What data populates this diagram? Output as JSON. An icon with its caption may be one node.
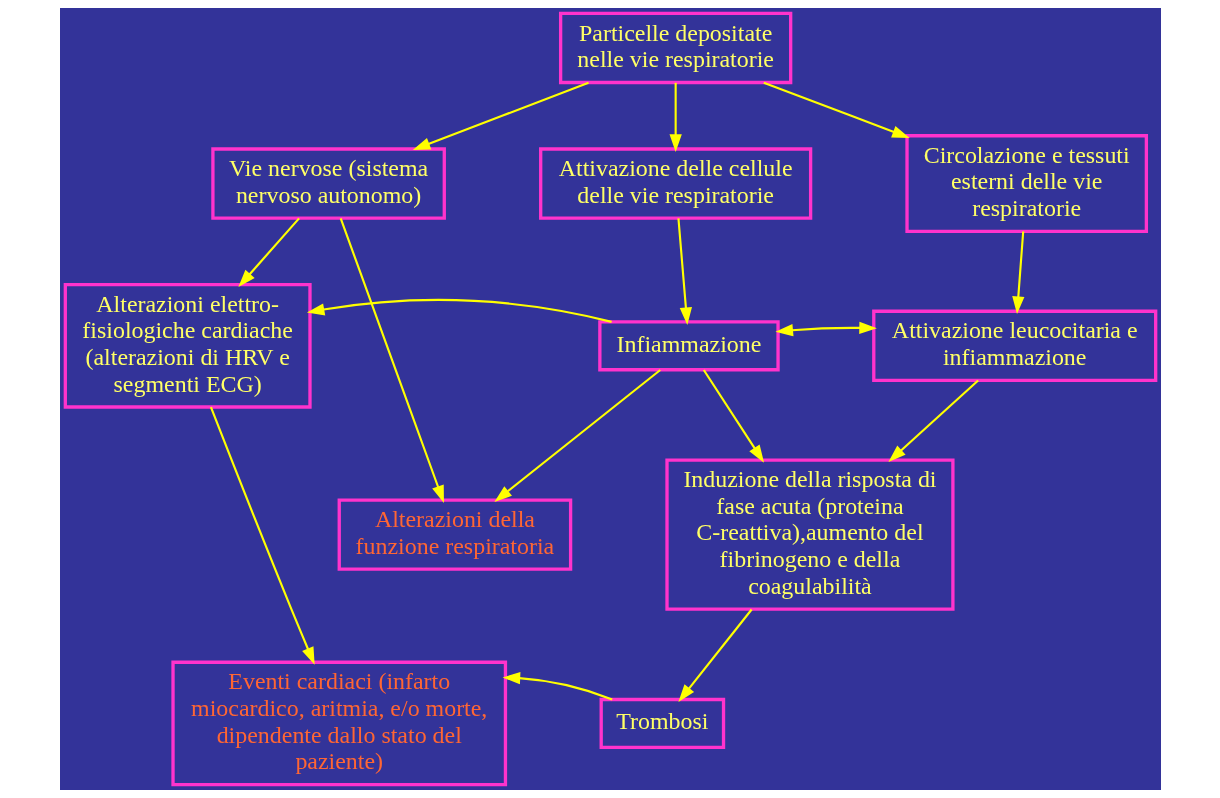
{
  "diagram": {
    "nodes": [
      {
        "text": [
          "Particelle depositate nelle vie respiratorie"
        ]
      },
      {
        "text": [
          "Vie nervose (sistema nervoso autonomo)"
        ]
      },
      {
        "text": [
          "Circolazione e tessuti esterni delle vie respiratorie"
        ]
      },
      {
        "text": [
          "Attivazione delle cellule delle vie respiratorie"
        ]
      },
      {
        "text": [
          "Alterazioni elettro-fisiologiche cardiache (alterazioni di HRV e segmenti ECG)"
        ]
      },
      {
        "text": [
          "Attivazione leucocitaria e infiammazione"
        ]
      },
      {
        "text": [
          "Infiammazione"
        ]
      },
      {
        "text": [
          "Alterazioni della funzione respiratoria"
        ]
      },
      {
        "text": [
          "Induzione della risposta di fase acuta (proteina C-reattiva),aumento del fibrinogeno e della coagulabilità"
        ]
      },
      {
        "text": [
          "Eventi cardiaci (infarto miocardico, aritmia, e/o morte, dipendente dallo stato del paziente)"
        ]
      },
      {
        "text": [
          "Trombosi"
        ]
      }
    ],
    "edges": [
      {
        "from": 0,
        "to": 1,
        "arrow": "to"
      },
      {
        "from": 0,
        "to": 2,
        "arrow": "to"
      },
      {
        "from": 0,
        "to": 3,
        "arrow": "to"
      },
      {
        "from": 1,
        "to": 4,
        "arrow": "to"
      },
      {
        "from": 2,
        "to": 5,
        "arrow": "to"
      },
      {
        "from": 3,
        "to": 6,
        "arrow": "to"
      },
      {
        "from": 6,
        "to": 4,
        "arrow": "to"
      },
      {
        "from": 6,
        "to": 5,
        "arrow": "both"
      },
      {
        "from": 6,
        "to": 7,
        "arrow": "to"
      },
      {
        "from": 6,
        "to": 8,
        "arrow": "to"
      },
      {
        "from": 1,
        "to": 7,
        "arrow": "to"
      },
      {
        "from": 5,
        "to": 8,
        "arrow": "to"
      },
      {
        "from": 8,
        "to": 10,
        "arrow": "to"
      },
      {
        "from": 4,
        "to": 9,
        "arrow": "to"
      },
      {
        "from": 10,
        "to": 9,
        "arrow": "to"
      }
    ]
  }
}
